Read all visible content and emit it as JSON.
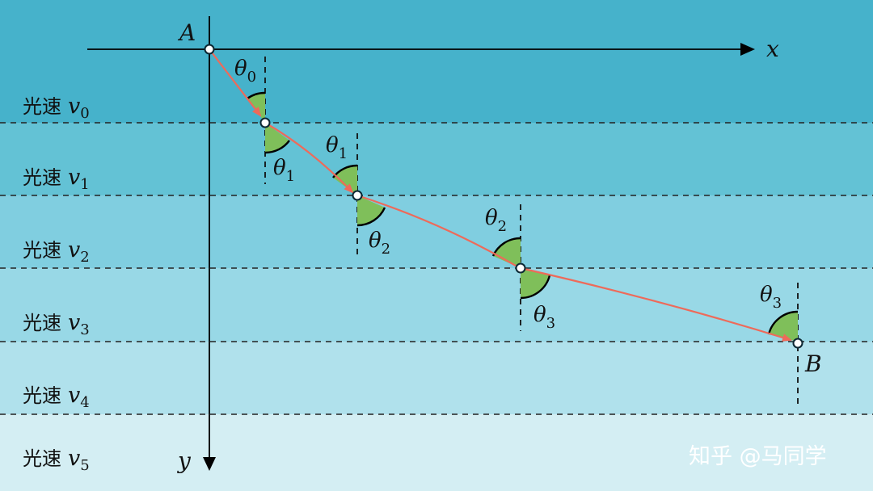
{
  "layers": [
    {
      "label": "光速",
      "var": "v",
      "sub": "0",
      "color": "#46b2cb"
    },
    {
      "label": "光速",
      "var": "v",
      "sub": "1",
      "color": "#63c2d5"
    },
    {
      "label": "光速",
      "var": "v",
      "sub": "2",
      "color": "#80cee0"
    },
    {
      "label": "光速",
      "var": "v",
      "sub": "3",
      "color": "#98d8e6"
    },
    {
      "label": "光速",
      "var": "v",
      "sub": "4",
      "color": "#b0e1ec"
    },
    {
      "label": "光速",
      "var": "v",
      "sub": "5",
      "color": "#d4eef3"
    }
  ],
  "axes": {
    "x_label": "x",
    "y_label": "y"
  },
  "points": {
    "start": "A",
    "end": "B"
  },
  "angle_symbol": "θ",
  "incident_angles": [
    {
      "sub": "0"
    },
    {
      "sub": "1"
    },
    {
      "sub": "2"
    },
    {
      "sub": "3"
    }
  ],
  "refracted_angles": [
    {
      "sub": "1"
    },
    {
      "sub": "2"
    },
    {
      "sub": "3"
    }
  ],
  "colors": {
    "ray": "#ee6a5a",
    "angle_fill": "#7fbf5a"
  },
  "watermark": "知乎 @马同学"
}
